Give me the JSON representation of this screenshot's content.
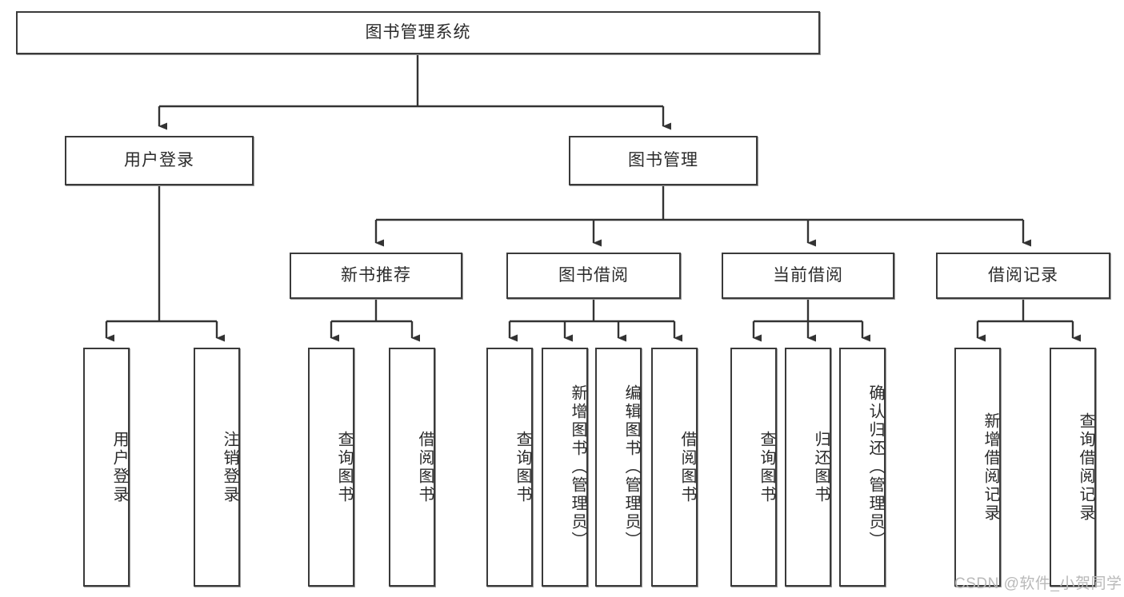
{
  "diagram": {
    "title": "图书管理系统",
    "type": "tree",
    "watermark": "CSDN @软件_小贺同学",
    "colors": {
      "node_border": "#3a3a3a",
      "node_fill": "#ffffff",
      "edge": "#333333",
      "text": "#2b2b2b",
      "watermark": "#b9b9b9"
    },
    "root": {
      "label": "图书管理系统"
    },
    "level2": [
      {
        "label": "用户登录"
      },
      {
        "label": "图书管理"
      }
    ],
    "level3": [
      {
        "label": "新书推荐"
      },
      {
        "label": "图书借阅"
      },
      {
        "label": "当前借阅"
      },
      {
        "label": "借阅记录"
      }
    ],
    "leaves": {
      "user_login": [
        {
          "label": "用户登录"
        },
        {
          "label": "注销登录"
        }
      ],
      "new_book_recommend": [
        {
          "label": "查询图书"
        },
        {
          "label": "借阅图书"
        }
      ],
      "book_borrow": [
        {
          "label": "查询图书"
        },
        {
          "label": "新增图书（管理员）"
        },
        {
          "label": "编辑图书（管理员）"
        },
        {
          "label": "借阅图书"
        }
      ],
      "current_borrow": [
        {
          "label": "查询图书"
        },
        {
          "label": "归还图书"
        },
        {
          "label": "确认归还（管理员）"
        }
      ],
      "borrow_records": [
        {
          "label": "新增借阅记录"
        },
        {
          "label": "查询借阅记录"
        }
      ]
    }
  }
}
